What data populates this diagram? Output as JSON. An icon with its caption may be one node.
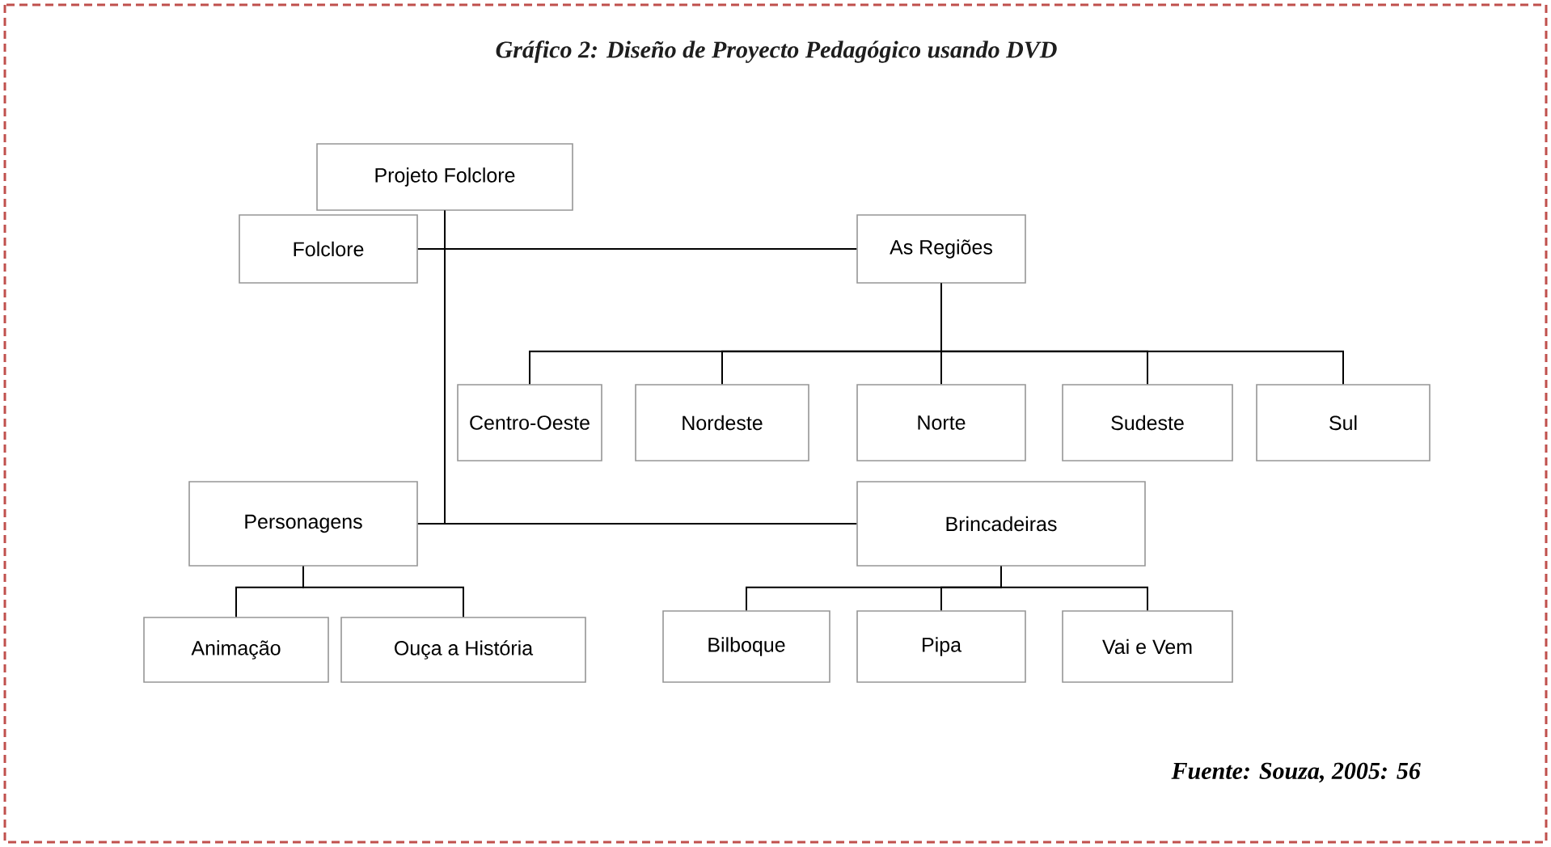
{
  "diagram": {
    "title": "Gráfico 2: Diseño de Proyecto Pedagógico usando DVD",
    "caption": "Fuente: Souza, 2005: 56",
    "nodes": [
      {
        "text": [
          "Projeto Folclore"
        ]
      },
      {
        "text": [
          "Folclore"
        ]
      },
      {
        "text": [
          "As Regiões"
        ]
      },
      {
        "text": [
          "Centro-Oeste"
        ]
      },
      {
        "text": [
          "Nordeste"
        ]
      },
      {
        "text": [
          "Norte"
        ]
      },
      {
        "text": [
          "Sudeste"
        ]
      },
      {
        "text": [
          "Sul"
        ]
      },
      {
        "text": [
          "Personagens"
        ]
      },
      {
        "text": [
          "Brincadeiras"
        ]
      },
      {
        "text": [
          "Animação"
        ]
      },
      {
        "text": [
          "Ouça a História"
        ]
      },
      {
        "text": [
          "Bilboque"
        ]
      },
      {
        "text": [
          "Pipa"
        ]
      },
      {
        "text": [
          "Vai e Vem"
        ]
      }
    ],
    "edges": [
      {
        "from": 0,
        "to": 1,
        "arrow": "none"
      },
      {
        "from": 0,
        "to": 2,
        "arrow": "none"
      },
      {
        "from": 0,
        "to": 8,
        "arrow": "none"
      },
      {
        "from": 0,
        "to": 9,
        "arrow": "none"
      },
      {
        "from": 2,
        "to": 3,
        "arrow": "none"
      },
      {
        "from": 2,
        "to": 4,
        "arrow": "none"
      },
      {
        "from": 2,
        "to": 5,
        "arrow": "none"
      },
      {
        "from": 2,
        "to": 6,
        "arrow": "none"
      },
      {
        "from": 2,
        "to": 7,
        "arrow": "none"
      },
      {
        "from": 8,
        "to": 10,
        "arrow": "none"
      },
      {
        "from": 8,
        "to": 11,
        "arrow": "none"
      },
      {
        "from": 9,
        "to": 12,
        "arrow": "none"
      },
      {
        "from": 9,
        "to": 13,
        "arrow": "none"
      },
      {
        "from": 9,
        "to": 14,
        "arrow": "none"
      }
    ]
  }
}
